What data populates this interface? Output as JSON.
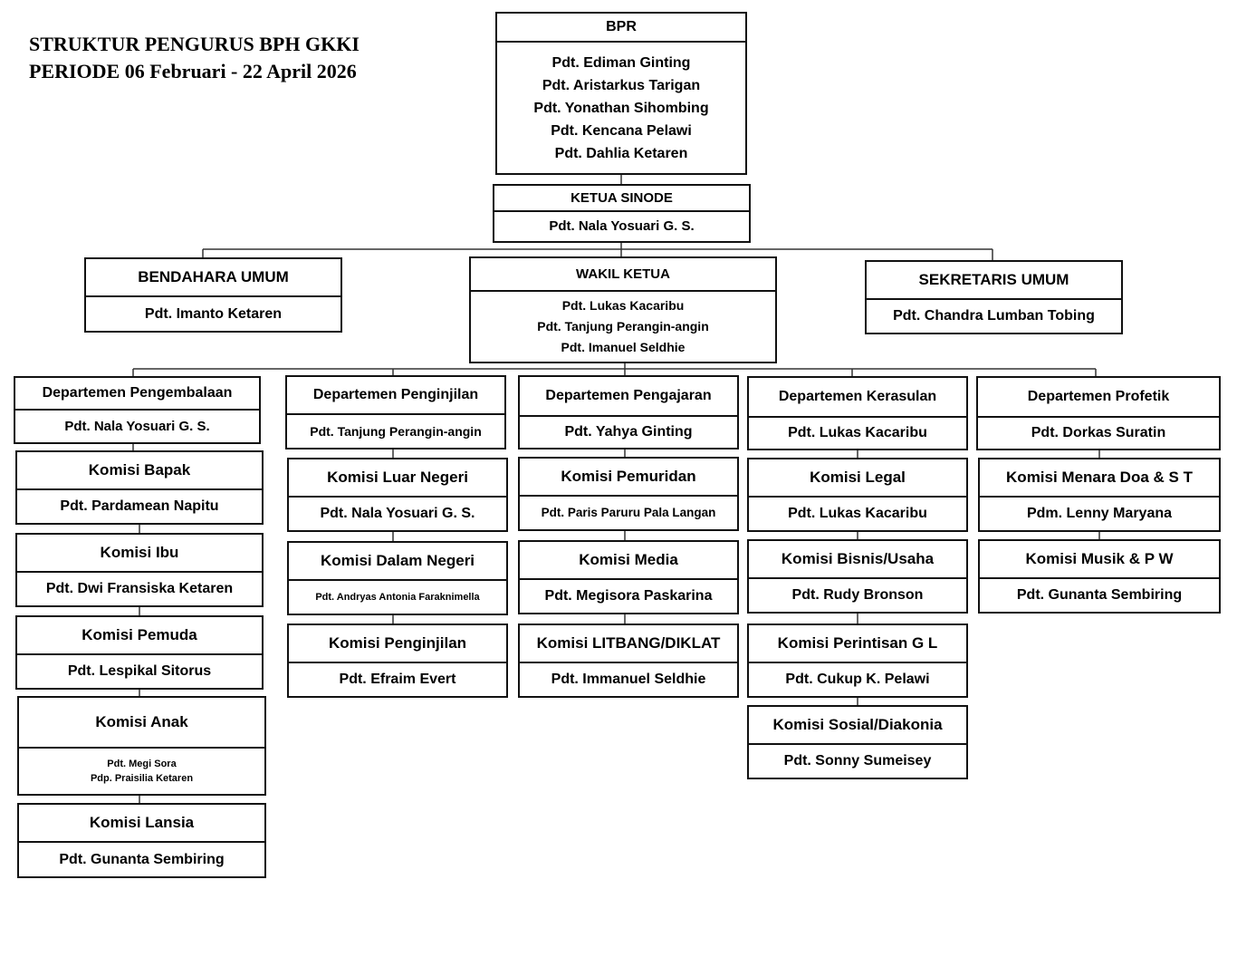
{
  "title": {
    "line1": "STRUKTUR PENGURUS BPH GKKI",
    "line2": "PERIODE 06 Februari - 22 April 2026"
  },
  "boxes": {
    "bpr": {
      "title": "BPR",
      "members": [
        "Pdt. Ediman Ginting",
        "Pdt. Aristarkus Tarigan",
        "Pdt. Yonathan Sihombing",
        "Pdt. Kencana Pelawi",
        "Pdt. Dahlia Ketaren"
      ]
    },
    "ketua": {
      "title": "KETUA SINODE",
      "members": [
        "Pdt. Nala Yosuari G. S."
      ]
    },
    "bendahara": {
      "title": "BENDAHARA UMUM",
      "members": [
        "Pdt. Imanto Ketaren"
      ]
    },
    "wakil": {
      "title": "WAKIL KETUA",
      "members": [
        "Pdt. Lukas Kacaribu",
        "Pdt. Tanjung Perangin-angin",
        "Pdt. Imanuel Seldhie"
      ]
    },
    "sekretaris": {
      "title": "SEKRETARIS UMUM",
      "members": [
        "Pdt. Chandra Lumban Tobing"
      ]
    },
    "d1": {
      "title": "Departemen Pengembalaan",
      "members": [
        "Pdt. Nala Yosuari G. S."
      ]
    },
    "k1a": {
      "title": "Komisi Bapak",
      "members": [
        "Pdt. Pardamean Napitu"
      ]
    },
    "k1b": {
      "title": "Komisi Ibu",
      "members": [
        "Pdt. Dwi Fransiska Ketaren"
      ]
    },
    "k1c": {
      "title": "Komisi Pemuda",
      "members": [
        "Pdt. Lespikal Sitorus"
      ]
    },
    "k1d": {
      "title": "Komisi Anak",
      "members": [
        "Pdt. Megi Sora",
        "Pdp. Praisilia Ketaren"
      ]
    },
    "k1e": {
      "title": "Komisi Lansia",
      "members": [
        "Pdt. Gunanta Sembiring"
      ]
    },
    "d2": {
      "title": "Departemen Penginjilan",
      "members": [
        "Pdt. Tanjung Perangin-angin"
      ]
    },
    "k2a": {
      "title": "Komisi Luar Negeri",
      "members": [
        "Pdt. Nala Yosuari G. S."
      ]
    },
    "k2b": {
      "title": "Komisi Dalam Negeri",
      "members": [
        "Pdt. Andryas Antonia Faraknimella"
      ]
    },
    "k2c": {
      "title": "Komisi Penginjilan",
      "members": [
        "Pdt. Efraim Evert"
      ]
    },
    "d3": {
      "title": "Departemen Pengajaran",
      "members": [
        "Pdt. Yahya Ginting"
      ]
    },
    "k3a": {
      "title": "Komisi Pemuridan",
      "members": [
        "Pdt. Paris Paruru Pala Langan"
      ]
    },
    "k3b": {
      "title": "Komisi Media",
      "members": [
        "Pdt. Megisora Paskarina"
      ]
    },
    "k3c": {
      "title": "Komisi LITBANG/DIKLAT",
      "members": [
        "Pdt. Immanuel Seldhie"
      ]
    },
    "d4": {
      "title": "Departemen Kerasulan",
      "members": [
        "Pdt. Lukas Kacaribu"
      ]
    },
    "k4a": {
      "title": "Komisi Legal",
      "members": [
        "Pdt. Lukas Kacaribu"
      ]
    },
    "k4b": {
      "title": "Komisi Bisnis/Usaha",
      "members": [
        "Pdt. Rudy Bronson"
      ]
    },
    "k4c": {
      "title": "Komisi Perintisan G L",
      "members": [
        "Pdt. Cukup K. Pelawi"
      ]
    },
    "k4d": {
      "title": "Komisi Sosial/Diakonia",
      "members": [
        "Pdt. Sonny Sumeisey"
      ]
    },
    "d5": {
      "title": "Departemen Profetik",
      "members": [
        "Pdt. Dorkas Suratin"
      ]
    },
    "k5a": {
      "title": "Komisi Menara Doa & S T",
      "members": [
        "Pdm. Lenny Maryana"
      ]
    },
    "k5b": {
      "title": "Komisi Musik & P W",
      "members": [
        "Pdt. Gunanta Sembiring"
      ]
    }
  }
}
